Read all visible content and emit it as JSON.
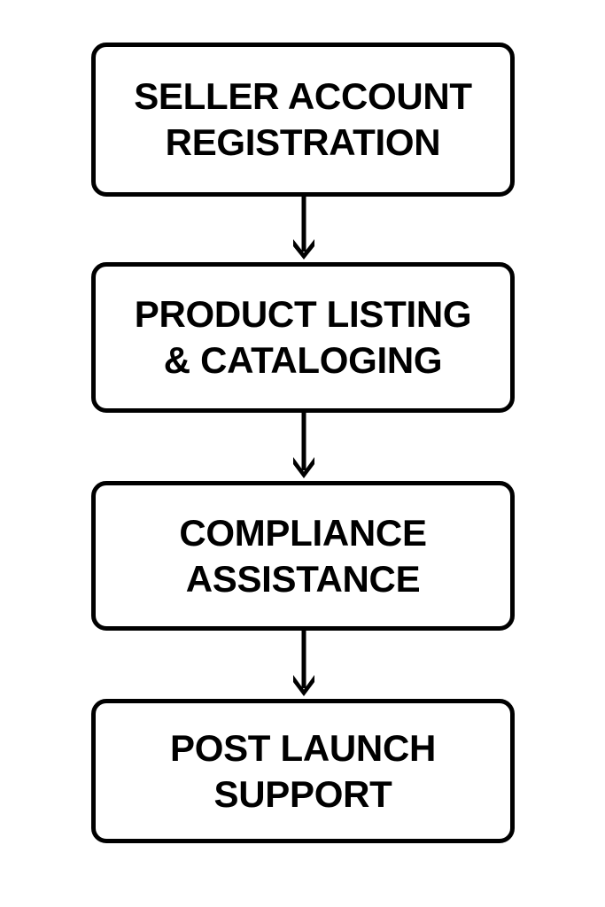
{
  "diagram": {
    "type": "flowchart",
    "orientation": "vertical-top-to-bottom",
    "background_color": "#ffffff",
    "stroke_color": "#000000",
    "text_color": "#000000",
    "nodes": [
      {
        "id": "seller-account-registration",
        "label": "SELLER ACCOUNT\nREGISTRATION",
        "line1": "SELLER ACCOUNT",
        "line2": "REGISTRATION",
        "shape": "rounded-rectangle",
        "step": 1
      },
      {
        "id": "product-listing-cataloging",
        "label": "PRODUCT LISTING\n& CATALOGING",
        "line1": "PRODUCT LISTING",
        "line2": "& CATALOGING",
        "shape": "rounded-rectangle",
        "step": 2
      },
      {
        "id": "compliance-assistance",
        "label": "COMPLIANCE\nASSISTANCE",
        "line1": "COMPLIANCE",
        "line2": "ASSISTANCE",
        "shape": "rounded-rectangle",
        "step": 3
      },
      {
        "id": "post-launch-support",
        "label": "POST LAUNCH\nSUPPORT",
        "line1": "POST LAUNCH",
        "line2": "SUPPORT",
        "shape": "rounded-rectangle",
        "step": 4
      }
    ],
    "connectors": [
      {
        "id": "arrow-1",
        "from": "seller-account-registration",
        "to": "product-listing-cataloging",
        "style": "solid-line-with-filled-chevron-arrowhead",
        "direction": "down"
      },
      {
        "id": "arrow-2",
        "from": "product-listing-cataloging",
        "to": "compliance-assistance",
        "style": "solid-line-with-filled-chevron-arrowhead",
        "direction": "down"
      },
      {
        "id": "arrow-3",
        "from": "compliance-assistance",
        "to": "post-launch-support",
        "style": "solid-line-with-filled-chevron-arrowhead",
        "direction": "down"
      }
    ]
  }
}
